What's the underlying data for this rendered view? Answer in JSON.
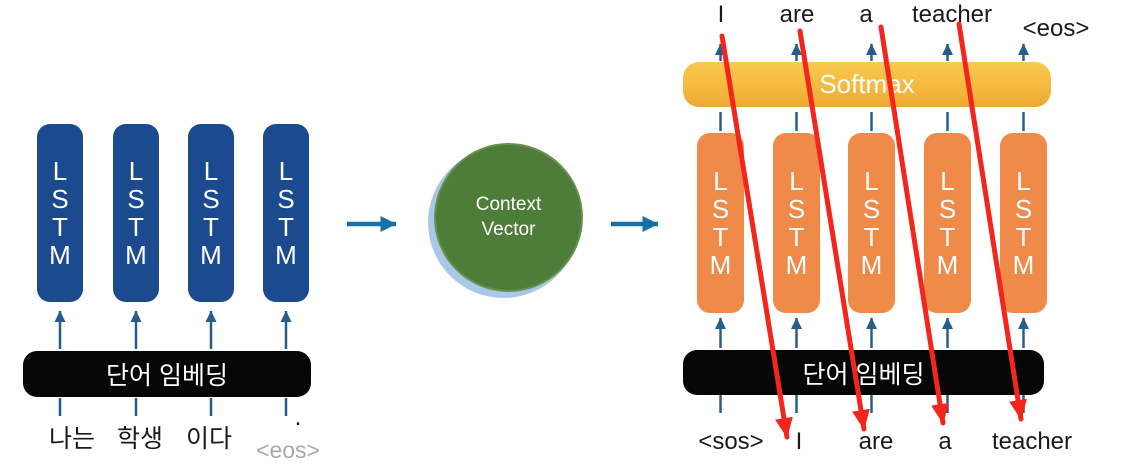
{
  "encoder": {
    "block_label": "L\nS\nT\nM",
    "embedding_label": "단어 임베딩",
    "input_words": [
      "나는",
      "학생",
      "이다"
    ],
    "eos_label": "<eos>",
    "eos_dot": "."
  },
  "context_vector": {
    "label": "Context\nVector"
  },
  "decoder": {
    "softmax_label": "Softmax",
    "block_label": "L\nS\nT\nM",
    "embedding_label": "단어 임베딩",
    "output_words": [
      "I",
      "are",
      "a",
      "teacher",
      "<eos>"
    ],
    "input_words": [
      "<sos>",
      "I",
      "are",
      "a",
      "teacher"
    ]
  },
  "colors": {
    "encoder_block_blue": "#1b4b8e",
    "decoder_block_orange": "#ef8a49",
    "softmax_yellow_top": "#f9ca51",
    "softmax_yellow_bottom": "#eda831",
    "context_green": "#4e7c39",
    "context_shadow_blue": "#a9c7e6",
    "embedding_bar_black": "#060606",
    "small_arrow_steel_blue": "#275d8d",
    "flow_arrow_blue": "#1272a8",
    "teacher_forcing_red": "#f3251c",
    "eos_gray": "#a9a9a9"
  }
}
